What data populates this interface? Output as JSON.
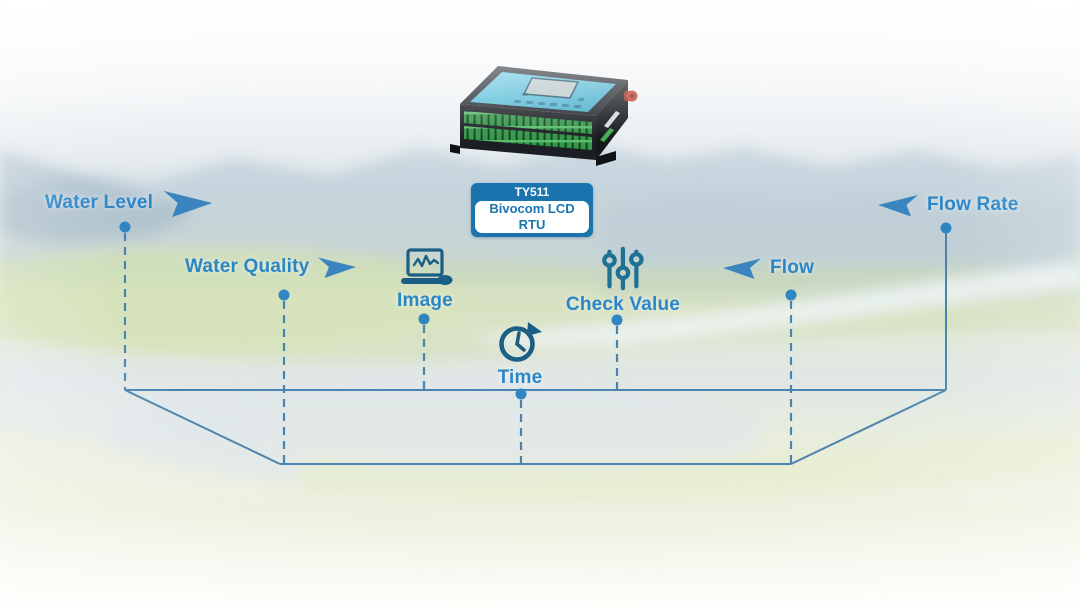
{
  "device": {
    "badge": {
      "model": "TY511",
      "name": "Bivocom LCD RTU"
    }
  },
  "inputs": {
    "water_level": {
      "label": "Water Level",
      "marker": "arrow-right"
    },
    "water_quality": {
      "label": "Water Quality",
      "marker": "arrow-right"
    },
    "image": {
      "label": "Image",
      "marker": "laptop-waveform-icon"
    },
    "check_value": {
      "label": "Check Value",
      "marker": "sliders-icon"
    },
    "time": {
      "label": "Time",
      "marker": "clock-history-icon"
    },
    "flow": {
      "label": "Flow",
      "marker": "arrow-left"
    },
    "flow_rate": {
      "label": "Flow Rate",
      "marker": "arrow-left"
    }
  },
  "colors": {
    "label_blue": "#2b86c8",
    "arrow_blue": "#3a85bf",
    "connector_blue": "#4a84ae",
    "dot_blue": "#2f86c0",
    "icon_navy": "#1b5e86",
    "icon_teal": "#1e7193",
    "badge_blue": "#1b74ae",
    "device_panel_blue": "#54bcd9",
    "terminal_green": "#3fae52",
    "antenna_red": "#c23b2e"
  }
}
